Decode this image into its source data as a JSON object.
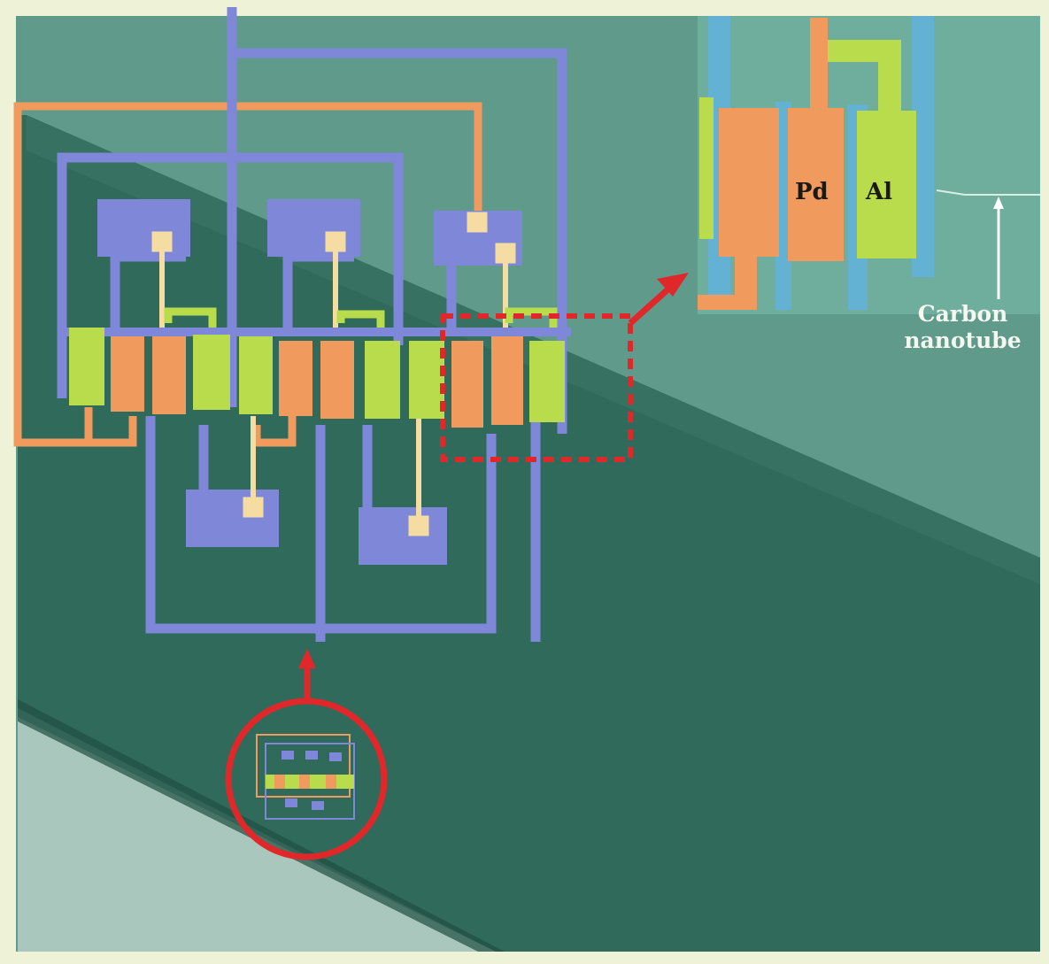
{
  "figure": {
    "inset_labels": {
      "pd": "Pd",
      "al": "Al"
    },
    "annotation": {
      "line1": "Carbon",
      "line2": "nanotube"
    }
  },
  "colors": {
    "frame": "#eef2d6",
    "background": "#5f9a8b",
    "hair": "#2f6a5a",
    "substrate_lower": "#a9c7bd",
    "gate_blue": "#7f88d8",
    "pd_orange": "#f19a5e",
    "al_green": "#b9dc4c",
    "contact_cream": "#f4dca2",
    "highlight_red": "#e0282a"
  }
}
